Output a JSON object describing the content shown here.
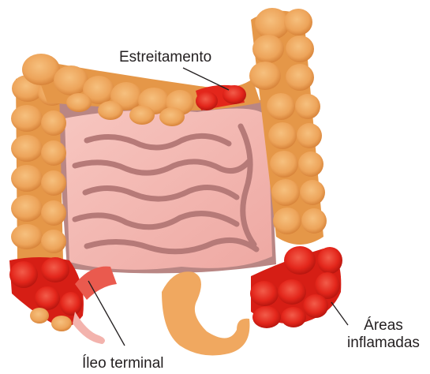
{
  "labels": {
    "stricture": "Estreitamento",
    "terminal_ileum": "Íleo terminal",
    "inflamed_areas_line1": "Áreas",
    "inflamed_areas_line2": "inflamadas"
  },
  "colors": {
    "colon": "#f0a860",
    "colon_shadow": "#d98a3e",
    "small_intestine": "#f3b3ad",
    "small_intestine_fold": "#b67a78",
    "cavity": "#b98684",
    "inflamed": "#e8261c",
    "rectum": "#f0a860"
  }
}
